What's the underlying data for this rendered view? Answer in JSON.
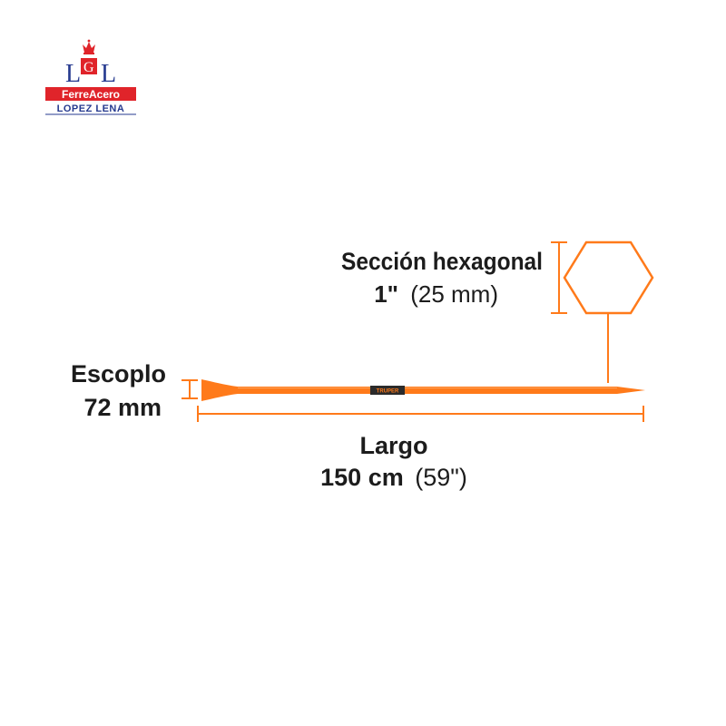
{
  "logo": {
    "initials": [
      "L",
      "G",
      "L"
    ],
    "line1": "FerreAcero",
    "line2": "LOPEZ LENA"
  },
  "brand_on_bar": "TRUPER",
  "annotations": {
    "section": {
      "title": "Sección hexagonal",
      "value_bold": "1\"",
      "value_light": "(25 mm)"
    },
    "chisel": {
      "title": "Escoplo",
      "value_bold": "72 mm"
    },
    "length": {
      "title": "Largo",
      "value_bold": "150 cm",
      "value_light": "(59\")"
    }
  },
  "colors": {
    "bar": "#ff7a1a",
    "dimension_lines": "#ff7a1a",
    "text": "#1c1c1c",
    "logo_red": "#e0242a",
    "logo_blue": "#263a8f"
  }
}
